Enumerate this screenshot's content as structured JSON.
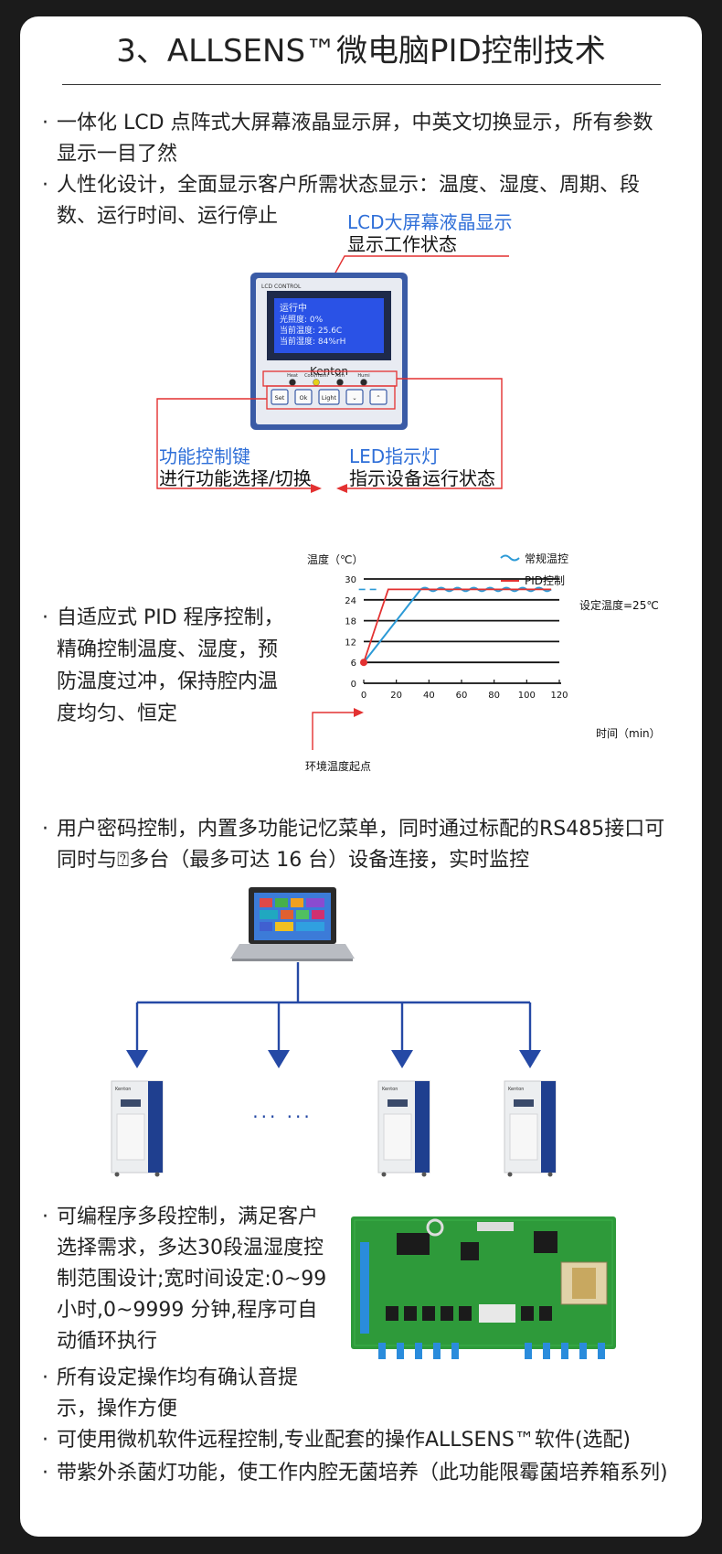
{
  "title": "3、ALLSENS™微电脑PID控制技术",
  "bullets1": [
    "一体化 LCD 点阵式大屏幕液晶显示屏，中英文切换显示，所有参数显示一目了然",
    "人性化设计，全面显示客户所需状态显示：温度、湿度、周期、段数、运行时间、运行停止"
  ],
  "controller": {
    "brand_label": "LCD CONTROL",
    "lcd_lines": [
      "运行中",
      "光照度:    0%",
      "当前温度: 25.6C",
      "当前湿度: 84%rH"
    ],
    "logo": "Kenton",
    "led_labels": [
      "Heat",
      "Cool/Humi",
      "Alm",
      "Humi"
    ],
    "led_colors": [
      "#2a2a2a",
      "#e4d21a",
      "#2a2a2a",
      "#2a2a2a"
    ],
    "button_labels": [
      "Set",
      "Ok",
      "Light",
      "⌄",
      "⌃"
    ]
  },
  "annotations": {
    "lcd_title": "LCD大屏幕液晶显示",
    "lcd_desc": "显示工作状态",
    "func_title": "功能控制键",
    "func_desc": "进行功能选择/切换",
    "led_title": "LED指示灯",
    "led_desc": "指示设备运行状态"
  },
  "bullet_pid": "自适应式 PID 程序控制，精确控制温度、湿度，预防温度过冲，保持腔内温度均匀、恒定",
  "chart_data": {
    "type": "line",
    "ylabel": "温度（℃）",
    "xlabel": "时间（min）",
    "xticks": [
      0,
      20,
      40,
      60,
      80,
      100,
      120
    ],
    "yticks": [
      0,
      6,
      12,
      18,
      24,
      30
    ],
    "xlim": [
      0,
      120
    ],
    "ylim": [
      0,
      30
    ],
    "setpoint_label": "设定温度=25℃",
    "start_label": "环境温度起点",
    "legend_position": "top-right",
    "series": [
      {
        "name": "常规温控",
        "color": "#2c9ad6",
        "x": [
          0,
          5,
          10,
          15,
          20,
          25,
          30,
          35,
          40,
          50,
          60,
          70,
          80,
          90,
          100,
          110,
          115
        ],
        "y": [
          6,
          9,
          12,
          15,
          18,
          21,
          24,
          27,
          27.5,
          26.6,
          27.4,
          26.6,
          27.4,
          26.6,
          27.4,
          26.6,
          27.2
        ]
      },
      {
        "name": "PID控制",
        "color": "#e33131",
        "x": [
          0,
          5,
          10,
          15,
          20,
          25,
          30,
          35,
          40,
          60,
          80,
          100,
          115
        ],
        "y": [
          6,
          13,
          20,
          27,
          27,
          27,
          27,
          27,
          27,
          27,
          27,
          27,
          27
        ]
      }
    ],
    "setpoint_dash_y": 27
  },
  "bullet_rs485": "用户密码控制，内置多功能记忆菜单，同时通过标配的RS485接口可同时与⍰多台（最多可达 16 台）设备连接，实时监控",
  "network": {
    "ellipsis": "··· ···",
    "cabinet_brand": "Kenton",
    "arrow_color": "#2549a5"
  },
  "bullets_bottom_left": [
    "可编程序多段控制，满足客户选择需求，多达30段温湿度控制范围设计;宽时间设定:0~99小时,0~9999 分钟,程序可自动循环执行",
    "所有设定操作均有确认音提示，操作方便"
  ],
  "bullets_bottom_full": [
    "可使用微机软件远程控制,专业配套的操作ALLSENS™软件(选配)",
    "带紫外杀菌灯功能，使工作内腔无菌培养（此功能限霉菌培养箱系列)"
  ],
  "bullet_mark": "·"
}
